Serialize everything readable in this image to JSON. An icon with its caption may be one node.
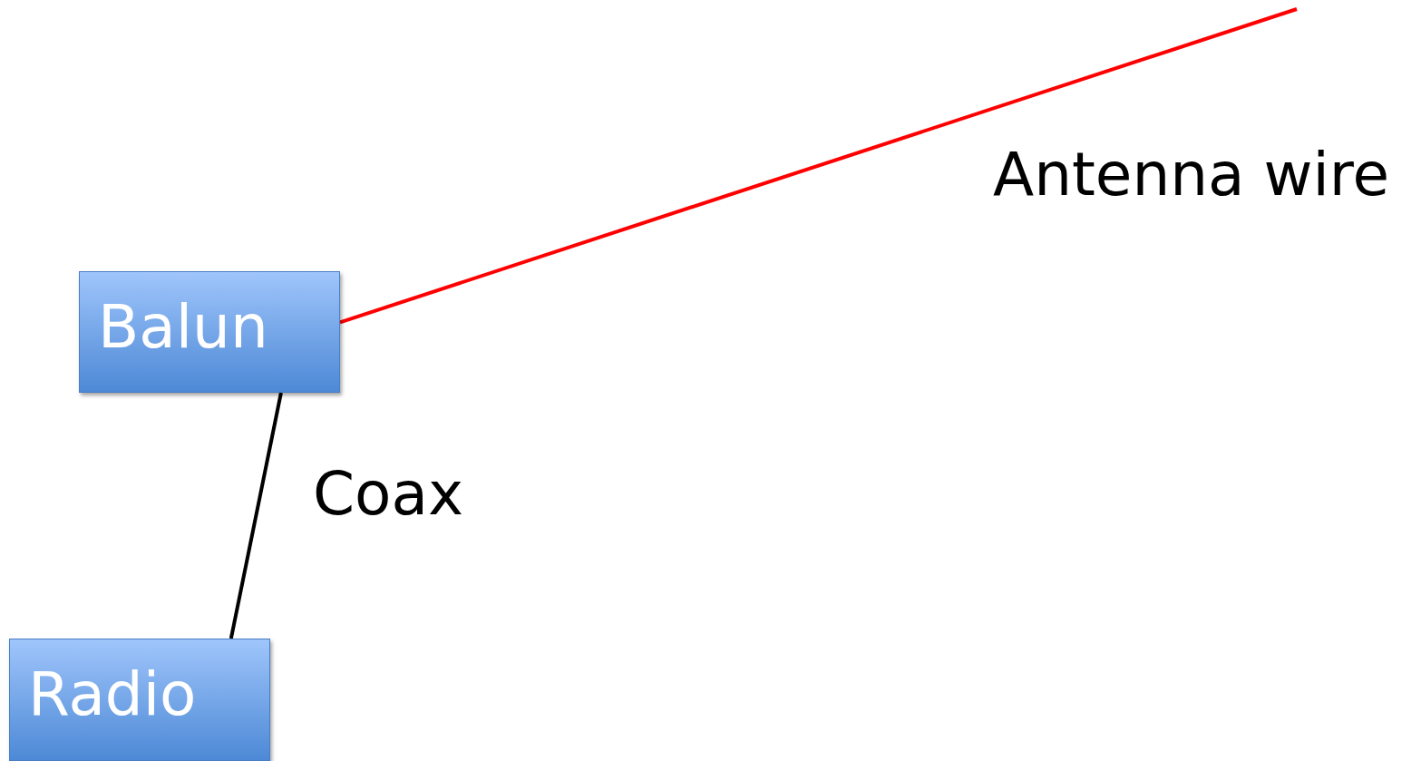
{
  "diagram": {
    "nodes": [
      {
        "text": [
          "Balun"
        ]
      },
      {
        "text": [
          "Radio"
        ]
      }
    ],
    "edges": [
      {
        "from": 1,
        "to": 0,
        "arrow": "none",
        "label": "Coax"
      },
      {
        "from": 0,
        "to": null,
        "arrow": "none",
        "label": "Antenna wire",
        "color": "#ff0000"
      }
    ]
  }
}
